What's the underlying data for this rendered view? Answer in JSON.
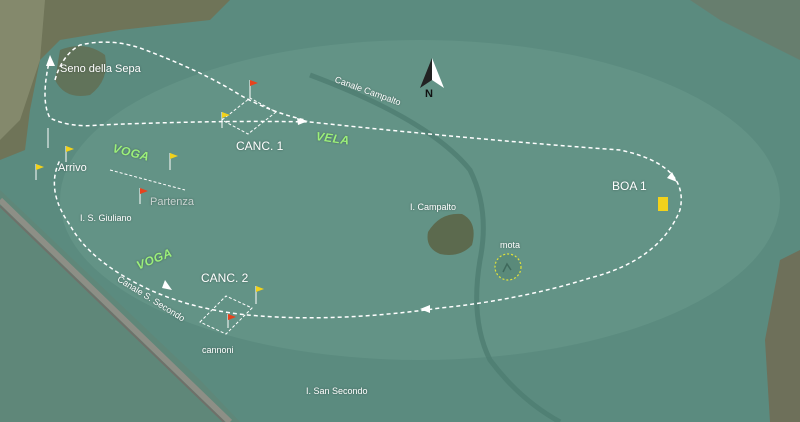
{
  "map": {
    "colors": {
      "water": "#5b8b7f",
      "land": "#6f7458",
      "route": "#ffffff",
      "flag_red": "#e8421c",
      "flag_yellow": "#f2d21b",
      "voga_vela": "#9cf07a",
      "mota_ring": "#e1e23a"
    },
    "icons": [
      "north-arrow-icon",
      "flag-icon",
      "buoy-marker-icon",
      "route-arrow-icon"
    ],
    "labels": {
      "seno": "Seno della Sepa",
      "canale_campalto": "Canale Campalto",
      "north": "N",
      "vela": "VELA",
      "canc1": "CANC. 1",
      "voga_top": "VOGA",
      "arrivo": "Arrivo",
      "partenza": "Partenza",
      "giuliano": "I. S. Giuliano",
      "boa1": "BOA 1",
      "campalto": "I. Campalto",
      "mota": "mota",
      "voga_bottom": "VOGA",
      "canc2": "CANC. 2",
      "canale_secondo": "Canale S. Secondo",
      "cannoni": "cannoni",
      "secondo": "I. San Secondo"
    }
  }
}
